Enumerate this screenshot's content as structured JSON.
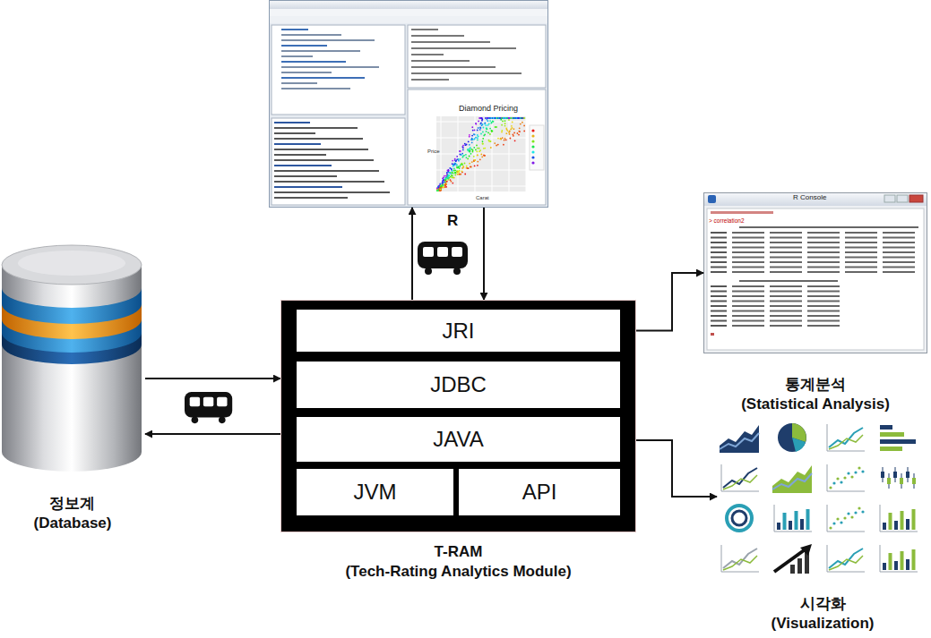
{
  "diagram": {
    "nodes": [
      {
        "text": [
          "Diamond Pricing"
        ]
      },
      {
        "text": [
          "정보계 (Database)"
        ]
      },
      {
        "text": [
          "T-RAM (Tech-Rating Analytics Module)"
        ]
      },
      {
        "text": [
          "JRI"
        ],
        "in": 2
      },
      {
        "text": [
          "JDBC"
        ],
        "in": 2
      },
      {
        "text": [
          "JAVA"
        ],
        "in": 2
      },
      {
        "text": [
          "JVM"
        ],
        "in": 2
      },
      {
        "text": [
          "API"
        ],
        "in": 2
      },
      {
        "text": [
          "통계분석 (Statistical Analysis)"
        ]
      },
      {
        "text": [
          "시각화 (Visualization)"
        ]
      }
    ],
    "edges": [
      {
        "from": 2,
        "to": 0,
        "arrow": "to",
        "label": "R"
      },
      {
        "from": 0,
        "to": 2,
        "arrow": "to"
      },
      {
        "from": 1,
        "to": 2,
        "arrow": "to"
      },
      {
        "from": 2,
        "to": 1,
        "arrow": "to"
      },
      {
        "from": 3,
        "to": 8,
        "arrow": "to"
      },
      {
        "from": 2,
        "to": 9,
        "arrow": "to"
      }
    ],
    "labels": [
      "Price",
      "Carat",
      "R Console",
      "> correlation2"
    ]
  }
}
